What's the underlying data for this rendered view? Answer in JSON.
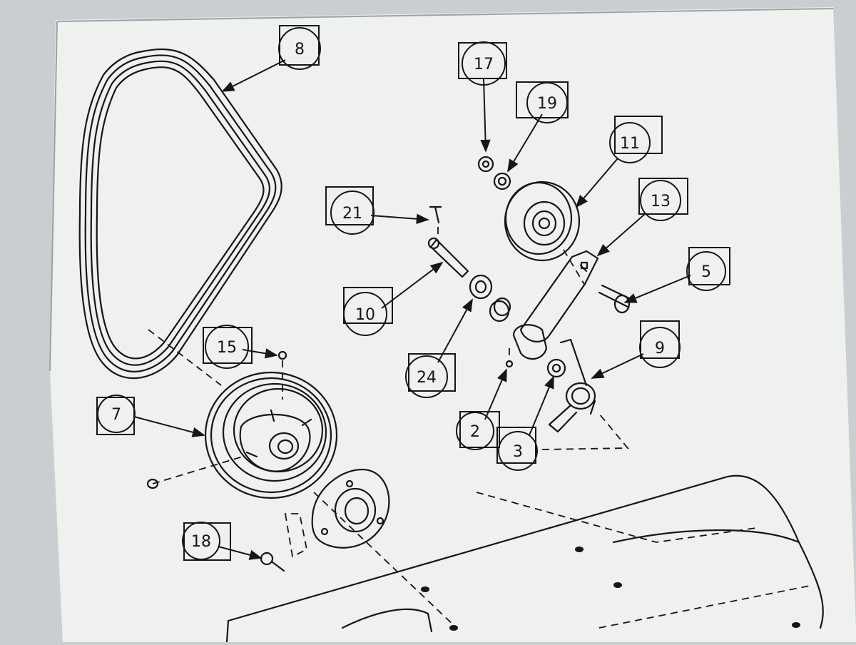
{
  "diagram": {
    "callouts": [
      {
        "id": "c8",
        "label": "8"
      },
      {
        "id": "c17",
        "label": "17"
      },
      {
        "id": "c19",
        "label": "19"
      },
      {
        "id": "c11",
        "label": "11"
      },
      {
        "id": "c13",
        "label": "13"
      },
      {
        "id": "c21",
        "label": "21"
      },
      {
        "id": "c5",
        "label": "5"
      },
      {
        "id": "c10",
        "label": "10"
      },
      {
        "id": "c24",
        "label": "24"
      },
      {
        "id": "c9",
        "label": "9"
      },
      {
        "id": "c15",
        "label": "15"
      },
      {
        "id": "c7",
        "label": "7"
      },
      {
        "id": "c2",
        "label": "2"
      },
      {
        "id": "c3",
        "label": "3"
      },
      {
        "id": "c18",
        "label": "18"
      }
    ]
  },
  "colors": {
    "paper": "#eef1ee",
    "ink": "#161616",
    "monitor_frame": "#c9cfd1"
  }
}
